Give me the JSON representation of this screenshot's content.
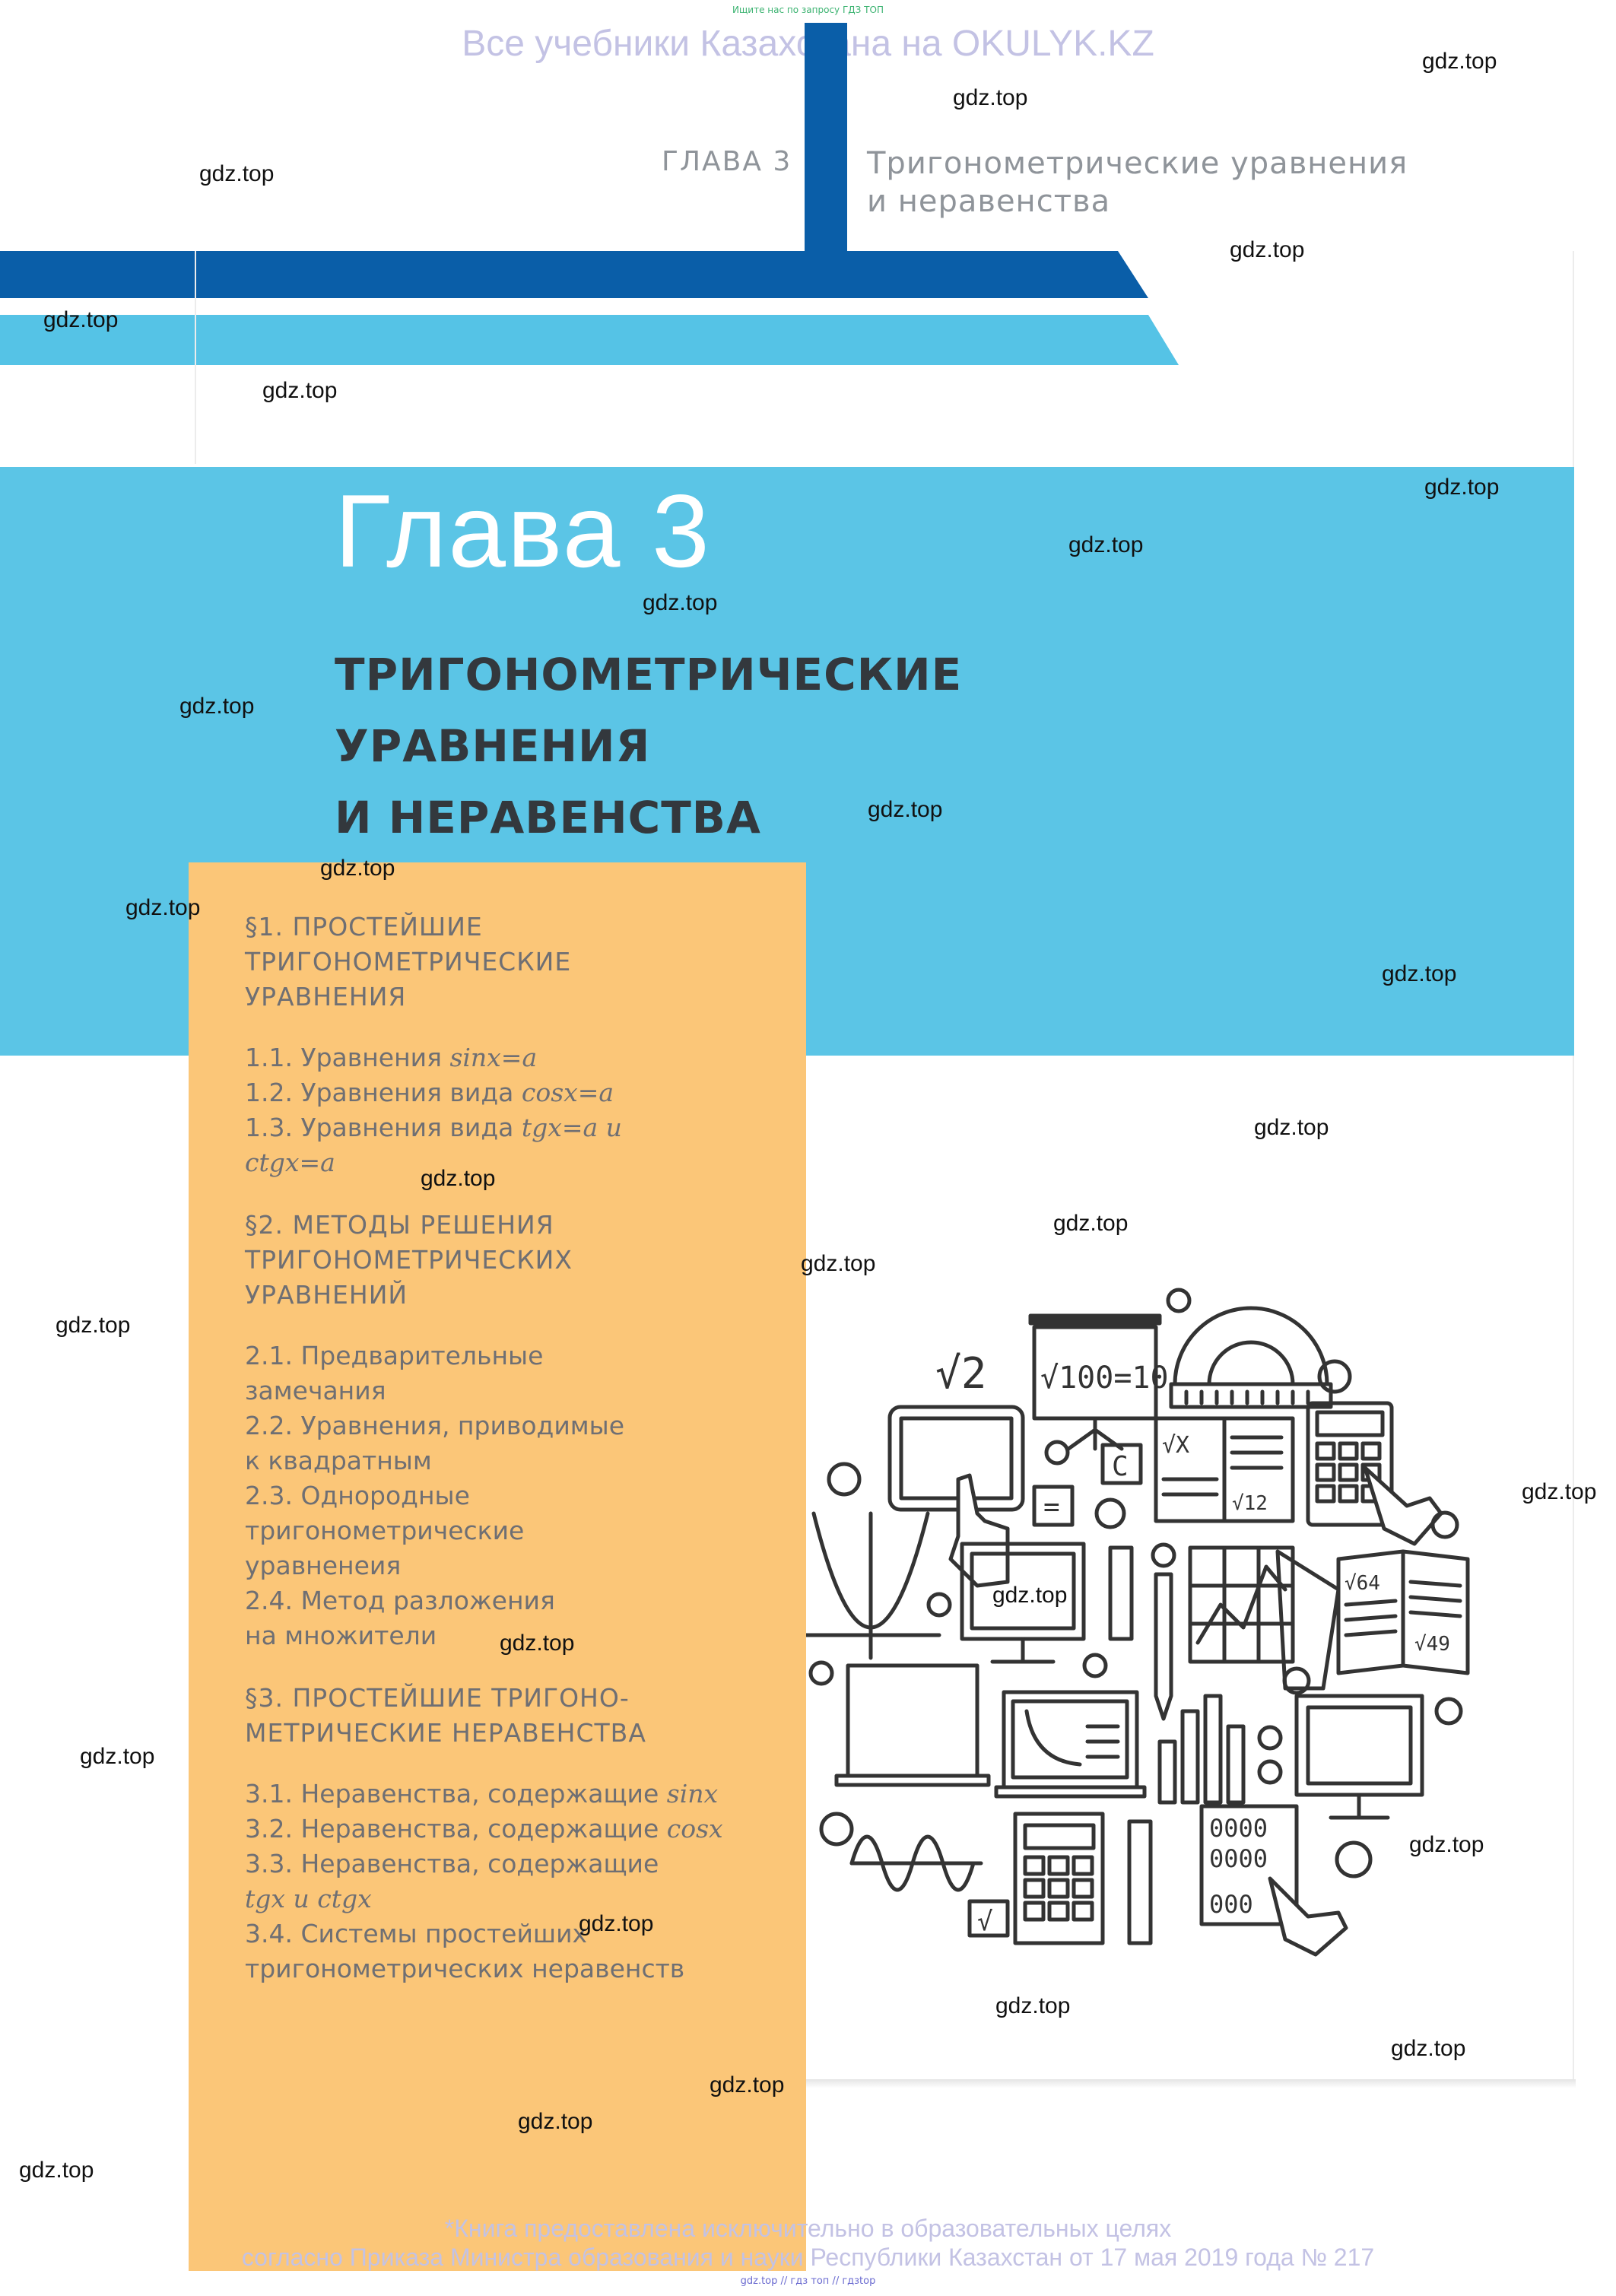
{
  "header": {
    "note": "Ищите нас по запросу ГДЗ ТОП",
    "site_banner": "Все учебники Казахстана на OKULYK.KZ",
    "chapter_label": "ГЛАВА 3",
    "chapter_title_line1": "Тригонометрические уравнения",
    "chapter_title_line2": "и неравенства"
  },
  "chapter": {
    "title": "Глава 3",
    "subtitle_lines": [
      "ТРИГОНОМЕТРИЧЕСКИЕ",
      "УРАВНЕНИЯ",
      "И НЕРАВЕНСТВА"
    ]
  },
  "toc": {
    "s1": {
      "lines": [
        "§1. ПРОСТЕЙШИЕ",
        "ТРИГОНОМЕТРИЧЕСКИЕ",
        "УРАВНЕНИЯ"
      ]
    },
    "s1_items": [
      {
        "text": "1.1. Уравнения ",
        "math": "sinx=a"
      },
      {
        "text": "1.2. Уравнения вида ",
        "math": "cosx=a"
      },
      {
        "text": "1.3. Уравнения вида ",
        "math": "tgx=a и"
      },
      {
        "text": "",
        "math": "ctgx=a"
      }
    ],
    "s2": {
      "lines": [
        "§2. МЕТОДЫ РЕШЕНИЯ",
        "ТРИГОНОМЕТРИЧЕСКИХ",
        "УРАВНЕНИЙ"
      ]
    },
    "s2_items": [
      "2.1. Предварительные",
      "замечания",
      "2.2. Уравнения, приводимые",
      "к квадратным",
      "2.3. Однородные",
      "тригонометрические",
      "уравненеия",
      "2.4. Метод разложения",
      "на множители"
    ],
    "s3": {
      "lines": [
        "§3. ПРОСТЕЙШИЕ ТРИГОНО-",
        "МЕТРИЧЕСКИЕ НЕРАВЕНСТВА"
      ]
    },
    "s3_items": [
      {
        "text": "3.1. Неравенства, содержащие ",
        "math": "sinx"
      },
      {
        "text": "3.2. Неравенства, содержащие ",
        "math": "cosx"
      },
      {
        "text": "3.3. Неравенства, содержащие",
        "math": ""
      },
      {
        "text": "",
        "math": "tgx и ctgx"
      },
      {
        "text": "3.4. Системы простейших",
        "math": ""
      },
      {
        "text": "тригонометрических неравенств",
        "math": ""
      }
    ]
  },
  "illustration": {
    "sqrt2": "√2",
    "sqrt100": "√100=10",
    "c_key": "C",
    "eq_key": "=",
    "sqrtx": "√X",
    "sqrt12": "√12",
    "sqrt64": "√64",
    "sqrt49": "√49",
    "check": "√",
    "zeros1": "0000",
    "zeros2": "0000",
    "zeros3": "000"
  },
  "watermark": "gdz.top",
  "footer": {
    "line1": "*Книга предоставлена исключительно в образовательных целях",
    "line2": "согласно Приказа Министра образования и науки Республики Казахстан от 17 мая 2019 года № 217",
    "tiny": "gdz.top // гдз топ // гдзtop"
  }
}
